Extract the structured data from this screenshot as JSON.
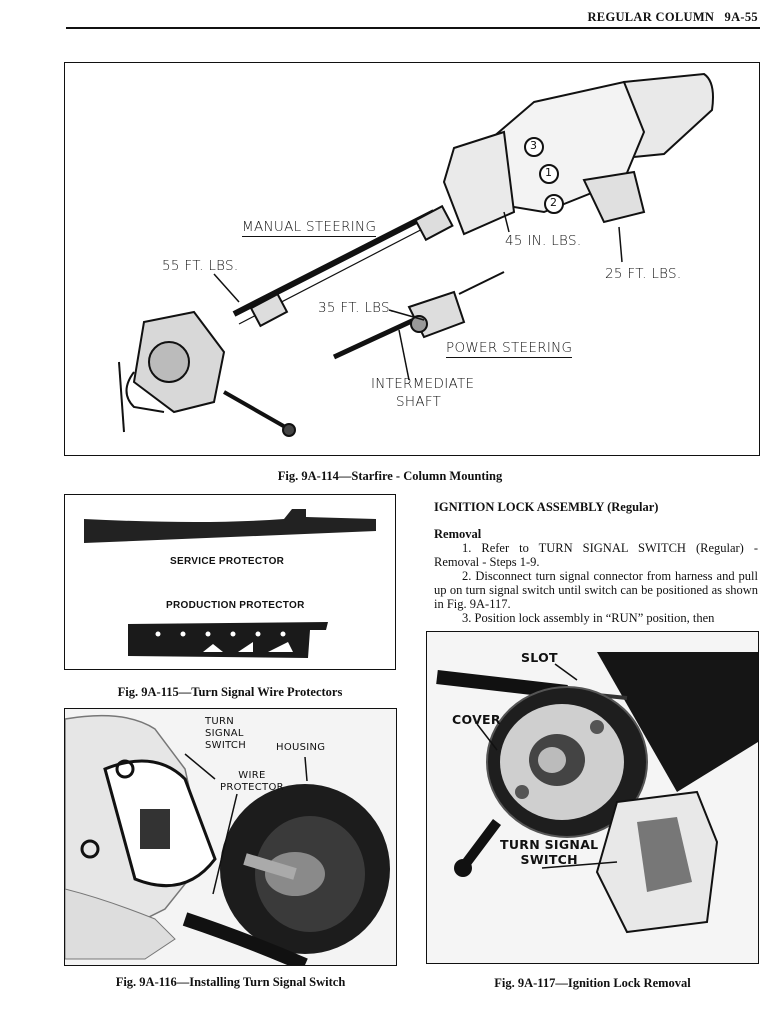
{
  "header": {
    "title": "REGULAR COLUMN",
    "page": "9A-55"
  },
  "fig114": {
    "caption": "Fig. 9A-114—Starfire - Column Mounting",
    "labels": {
      "manual_steering": "MANUAL STEERING",
      "power_steering": "POWER STEERING",
      "torque_55": "55 FT. LBS.",
      "torque_35": "35 FT. LBS.",
      "torque_45": "45 IN. LBS.",
      "torque_25": "25 FT. LBS.",
      "intermediate": "INTERMEDIATE",
      "shaft": "SHAFT",
      "callout_1": "1",
      "callout_2": "2",
      "callout_3": "3"
    }
  },
  "fig115": {
    "caption": "Fig. 9A-115—Turn Signal Wire Protectors",
    "service_label": "SERVICE PROTECTOR",
    "production_label": "PRODUCTION PROTECTOR"
  },
  "fig116": {
    "caption": "Fig. 9A-116—Installing Turn Signal Switch",
    "turn_signal_switch": [
      "TURN",
      "SIGNAL",
      "SWITCH"
    ],
    "housing": "HOUSING",
    "wire_protector": [
      "WIRE",
      "PROTECTOR"
    ]
  },
  "fig117": {
    "caption": "Fig. 9A-117—Ignition Lock Removal",
    "slot": "SLOT",
    "cover": "COVER",
    "turn_signal_switch": [
      "TURN SIGNAL",
      "SWITCH"
    ]
  },
  "section": {
    "heading": "IGNITION LOCK ASSEMBLY (Regular)",
    "subheading": "Removal",
    "steps": [
      "1. Refer to TURN SIGNAL SWITCH (Regular) - Removal - Steps 1-9.",
      "2. Disconnect turn signal connector from harness and pull up on turn signal switch until switch can be positioned as shown in Fig. 9A-117.",
      "3. Position lock assembly in “RUN” position, then"
    ]
  }
}
